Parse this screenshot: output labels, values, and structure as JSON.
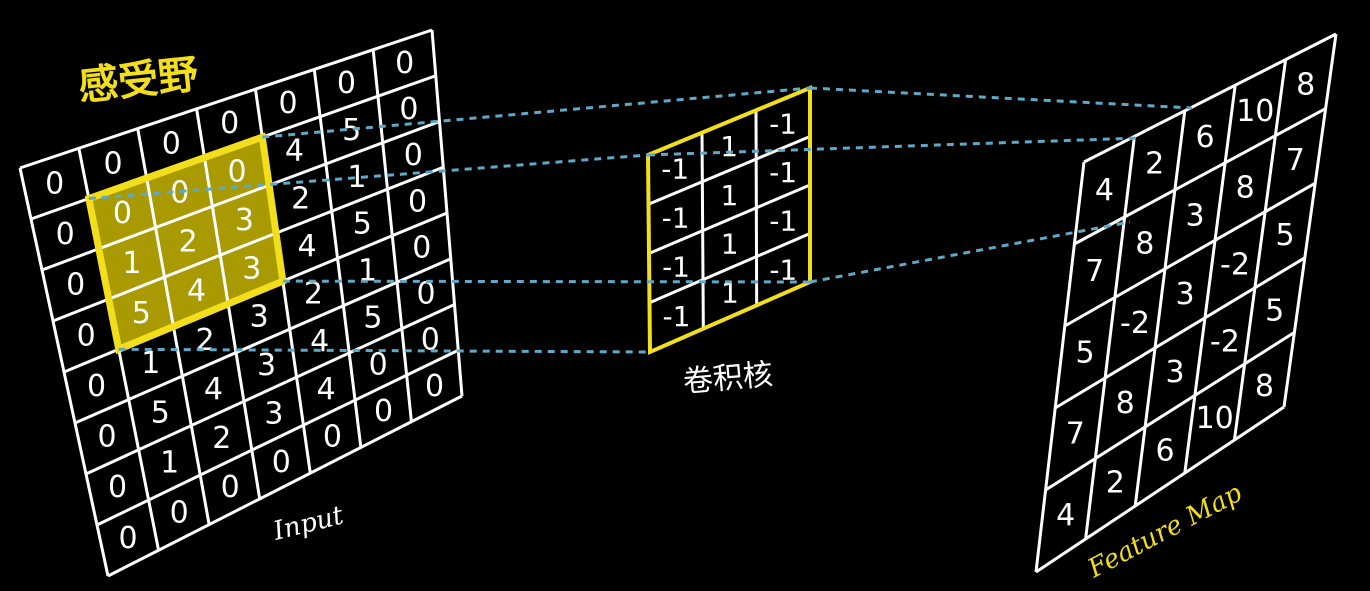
{
  "labels": {
    "receptive_field": "感受野",
    "kernel": "卷积核",
    "input": "Input",
    "feature_map": "Feature Map"
  },
  "input_matrix": [
    [
      "0",
      "0",
      "0",
      "0",
      "0",
      "0",
      "0"
    ],
    [
      "0",
      "0",
      "0",
      "0",
      "4",
      "5",
      "0"
    ],
    [
      "0",
      "1",
      "2",
      "3",
      "2",
      "1",
      "0"
    ],
    [
      "0",
      "5",
      "4",
      "3",
      "4",
      "5",
      "0"
    ],
    [
      "0",
      "1",
      "2",
      "3",
      "2",
      "1",
      "0"
    ],
    [
      "0",
      "5",
      "4",
      "3",
      "4",
      "5",
      "0"
    ],
    [
      "0",
      "1",
      "2",
      "3",
      "4",
      "0",
      "0"
    ],
    [
      "0",
      "0",
      "0",
      "0",
      "0",
      "0",
      "0"
    ]
  ],
  "kernel_matrix": [
    [
      "-1",
      "1",
      "-1"
    ],
    [
      "-1",
      "1",
      "-1"
    ],
    [
      "-1",
      "1",
      "-1"
    ],
    [
      "-1",
      "1",
      "-1"
    ]
  ],
  "feature_map_matrix": [
    [
      "4",
      "2",
      "6",
      "10",
      "8"
    ],
    [
      "7",
      "8",
      "3",
      "8",
      "7"
    ],
    [
      "5",
      "-2",
      "3",
      "-2",
      "5"
    ],
    [
      "7",
      "8",
      "3",
      "-2",
      "5"
    ],
    [
      "4",
      "2",
      "6",
      "10",
      "8"
    ]
  ],
  "colors": {
    "background": "#000000",
    "grid_line": "#ffffff",
    "highlight_fill": "#a89a00",
    "highlight_border": "#f2de1a",
    "label_yellow": "#f2de1a",
    "connector": "#5fa8c8"
  }
}
